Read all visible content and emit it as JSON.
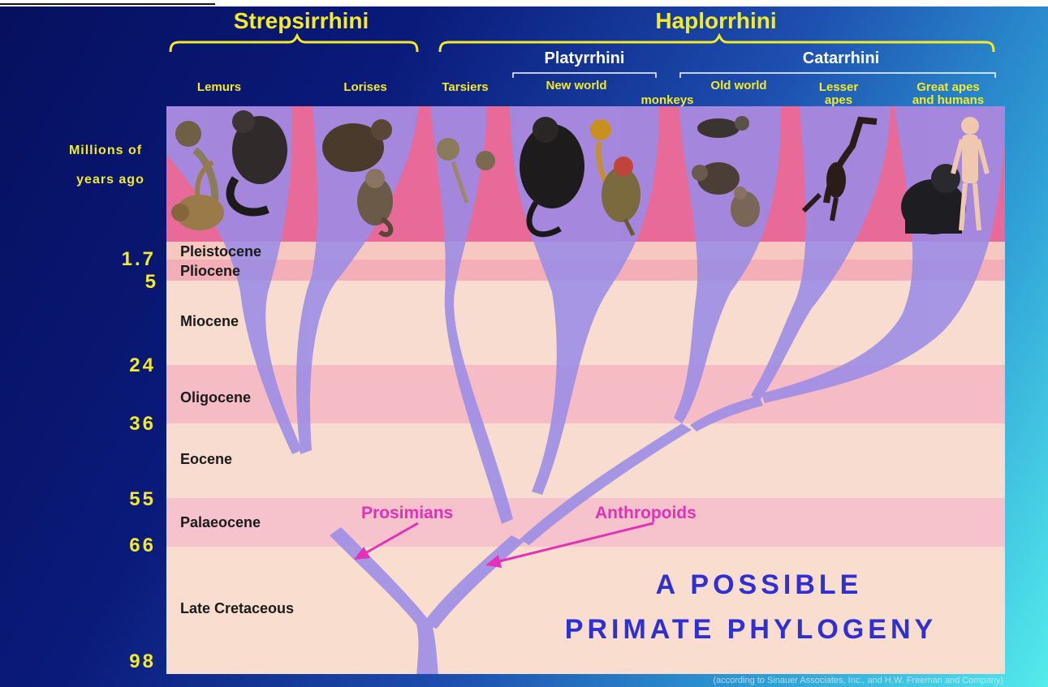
{
  "clades": {
    "strepsirrhini": "Strepsirrhini",
    "haplorrhini": "Haplorrhini",
    "platyrrhini": "Platyrrhini",
    "catarrhini": "Catarrhini"
  },
  "groups": {
    "lemurs": "Lemurs",
    "lorises": "Lorises",
    "tarsiers": "Tarsiers",
    "new_world": "New world",
    "monkeys": "monkeys",
    "old_world": "Old world",
    "lesser_apes_1": "Lesser",
    "lesser_apes_2": "apes",
    "great_apes_1": "Great apes",
    "great_apes_2": "and humans"
  },
  "axis": {
    "title_1": "Millions of",
    "title_2": "years ago",
    "ticks": [
      "1.7",
      "5",
      "24",
      "36",
      "55",
      "66",
      "98"
    ]
  },
  "epochs": [
    "Pleistocene",
    "Pliocene",
    "Miocene",
    "Oligocene",
    "Eocene",
    "Palaeocene",
    "Late Cretaceous"
  ],
  "annotations": {
    "prosimians": "Prosimians",
    "anthropoids": "Anthropoids"
  },
  "title": {
    "line1": "A POSSIBLE",
    "line2": "PRIMATE PHYLOGENY"
  },
  "credit": "(according to Sinauer Associates, Inc., and H.W. Freeman and Company)",
  "colors": {
    "yellow": "#f3ea2a",
    "magenta": "#e530b8",
    "branch": "#9b8ce6",
    "title_blue": "#2f2fd4"
  }
}
